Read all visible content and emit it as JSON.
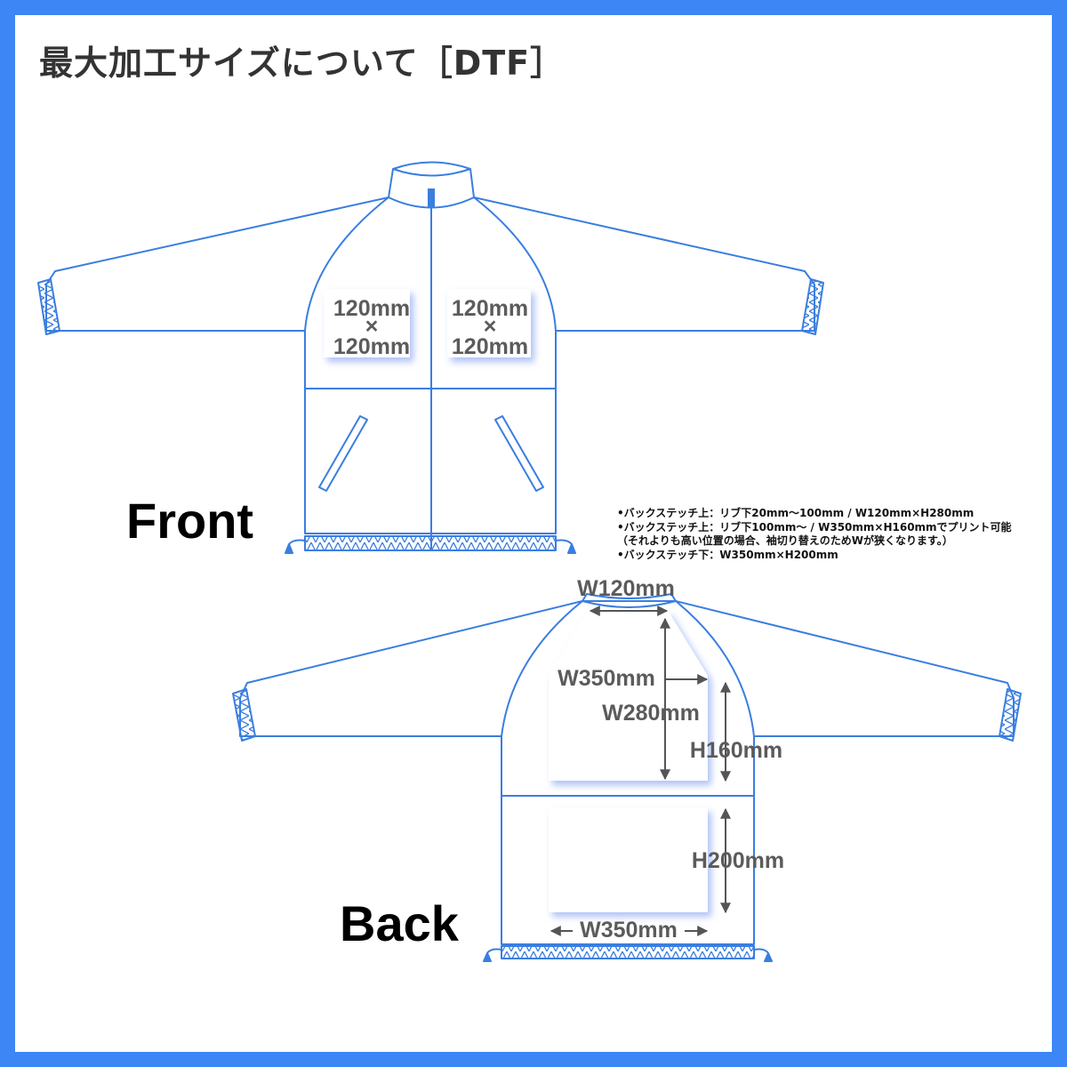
{
  "title": "最大加工サイズについて［DTF］",
  "front": {
    "label": "Front",
    "left_chest": {
      "w": "120mm",
      "sep": "×",
      "h": "120mm"
    },
    "right_chest": {
      "w": "120mm",
      "sep": "×",
      "h": "120mm"
    }
  },
  "back": {
    "label": "Back",
    "notes": [
      "•バックステッチ上：リブ下20mm〜100mm / W120mm×H280mm",
      "•バックステッチ上：リブ下100mm〜 / W350mm×H160mmでプリント可能",
      "（それよりも高い位置の場合、袖切り替えのためWが狭くなります。）",
      "•バックステッチ下：W350mm×H200mm"
    ],
    "dims": {
      "top_width": "W120mm",
      "upper_width": "W350mm",
      "upper_height": "W280mm",
      "mid_height": "H160mm",
      "lower_height": "H200mm",
      "lower_width": "W350mm"
    }
  },
  "colors": {
    "frame": "#3d86f5",
    "outline": "#3a7ee0",
    "dim_text": "#5b5b5b"
  }
}
